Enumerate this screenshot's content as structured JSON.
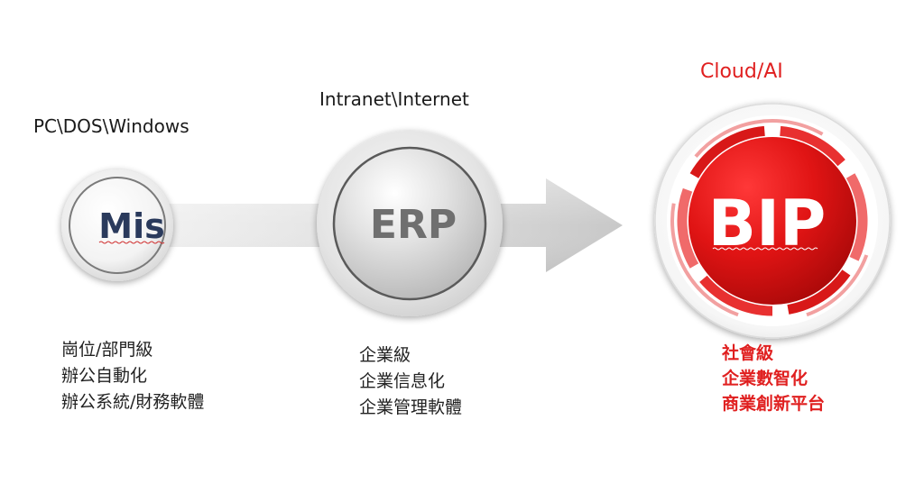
{
  "stages": {
    "mis": {
      "era_label": "PC\\DOS\\Windows",
      "badge": "Mis",
      "descriptions": [
        "崗位/部門級",
        "辦公自動化",
        "辦公系統/財務軟體"
      ]
    },
    "erp": {
      "era_label": "Intranet\\Internet",
      "badge": "ERP",
      "descriptions": [
        "企業級",
        "企業信息化",
        "企業管理軟體"
      ]
    },
    "bip": {
      "era_label": "Cloud/AI",
      "badge": "BIP",
      "descriptions": [
        "社會級",
        "企業數智化",
        "商業創新平台"
      ]
    }
  },
  "colors": {
    "accent_red": "#e02020",
    "dark_red": "#a60a0a",
    "erp_gray": "#6f6f6f",
    "mis_navy": "#2a3a5c",
    "arrow_gray": "#bdbdbd"
  }
}
